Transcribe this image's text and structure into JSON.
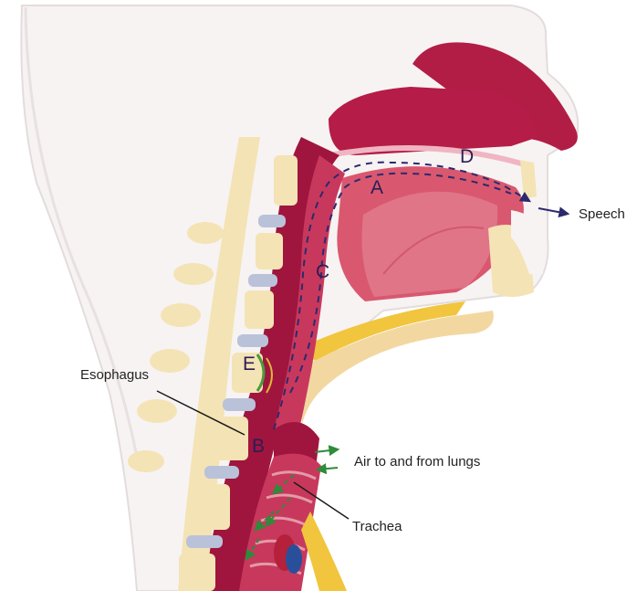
{
  "labels": {
    "speech": "Speech",
    "esophagus": "Esophagus",
    "air": "Air to and from lungs",
    "trachea": "Trachea"
  },
  "letters": {
    "a": "A",
    "b": "B",
    "c": "C",
    "d": "D",
    "e": "E"
  },
  "colors": {
    "tissue_dark": "#a0153e",
    "tissue_mid": "#c8385d",
    "tissue_light": "#e39aa8",
    "skin": "#f7f3f3",
    "bone": "#f4e3b5",
    "disc": "#b9c2d9",
    "airflow_arrow": "#2b2a6e",
    "lung_arrow": "#2f8a3a",
    "fat": "#f1c53d",
    "vessel_red": "#b5203a",
    "vessel_blue": "#2a4f9a"
  }
}
